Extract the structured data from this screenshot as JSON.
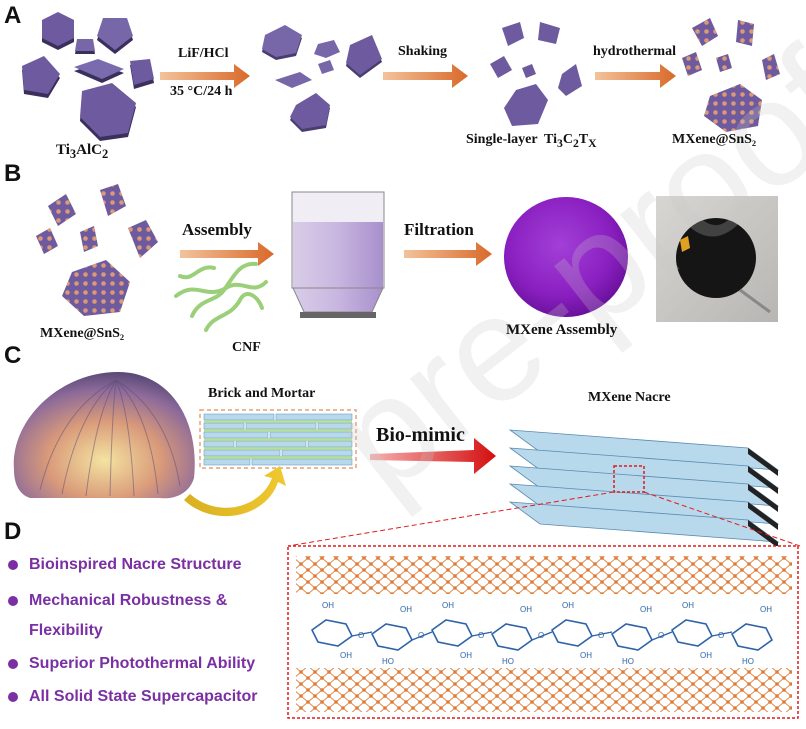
{
  "panels": {
    "a": {
      "letter": "A",
      "labels": {
        "precursor_prefix": "Ti",
        "precursor_sub1": "3",
        "precursor_mid": "AlC",
        "precursor_sub2": "2",
        "etch_reagent": "LiF/HCl",
        "etch_conditions": "35 °C/24 h",
        "step2": "Shaking",
        "step3": "hydrothermal",
        "single_layer_prefix": "Single-layer  Ti",
        "single_layer_sub1": "3",
        "single_layer_mid": "C",
        "single_layer_sub2": "2",
        "single_layer_mid2": "T",
        "single_layer_sub3": "X",
        "product": "MXene@SnS₂"
      }
    },
    "b": {
      "letter": "B",
      "labels": {
        "material": "MXene@SnS₂",
        "step1": "Assembly",
        "binder": "CNF",
        "step2": "Filtration",
        "product": "MXene Assembly"
      }
    },
    "c": {
      "letter": "C",
      "labels": {
        "structure": "Brick and Mortar",
        "transfer": "Bio-mimic",
        "product": "MXene Nacre"
      }
    },
    "d": {
      "letter": "D",
      "bullets": [
        "Bioinspired Nacre Structure",
        "Mechanical Robustness &",
        "Flexibility",
        "Superior Photothermal Ability",
        "All Solid State Supercapacitor"
      ],
      "molecule": {
        "oh": "OH",
        "ho": "HO",
        "o": "O"
      }
    }
  },
  "watermark": "pre-proofs",
  "colors": {
    "mxene_purple": "#6e5a9e",
    "arrow_orange": "#e07a35",
    "arrow_red": "#e01b1b",
    "bullet_purple": "#7a2fa3",
    "cnf_green": "#9ccf7a",
    "sns2_dot": "#e8a070",
    "molecule_blue": "#2f63a8",
    "mxene_lattice": "#e08a4a"
  }
}
